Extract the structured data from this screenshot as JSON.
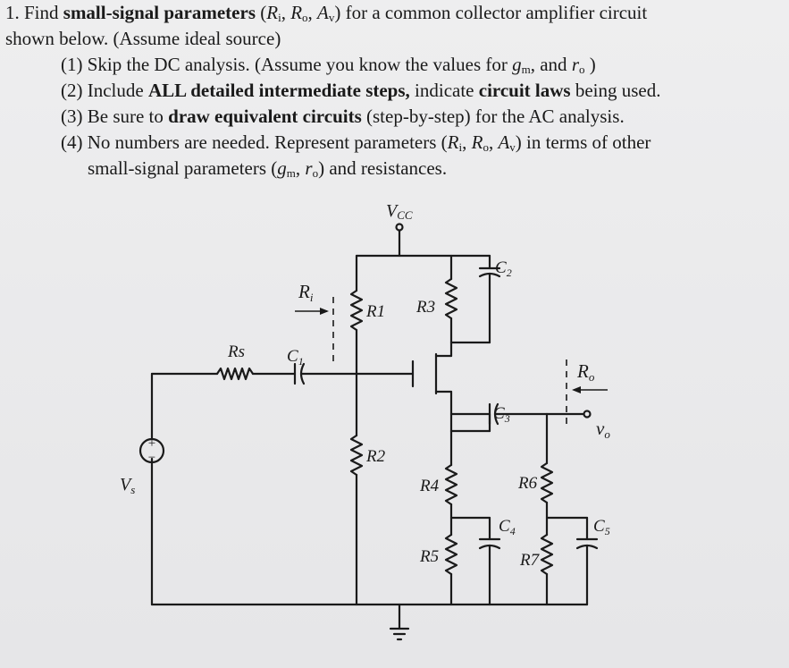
{
  "problem": {
    "number": "1.",
    "title_pre": "Find",
    "title_bold": "small-signal parameters",
    "params_open": "(",
    "Ri_R": "R",
    "Ri_sub": "i",
    "Ro_R": "R",
    "Ro_sub": "o",
    "Av_A": "A",
    "Av_sub": "v",
    "params_close": ")",
    "title_post": "for a common collector amplifier circuit",
    "line2": "shown below. (Assume ideal source)",
    "step1_pre": "(1) Skip the DC analysis. (Assume you know the values for",
    "gm": "g",
    "gm_sub": "m",
    "step1_and": ", and",
    "ro": "r",
    "ro_sub": "o",
    "step1_close": ")",
    "step2_pre": "(2) Include",
    "step2_bold": "ALL detailed intermediate steps,",
    "step2_mid": "indicate",
    "step2_bold2": "circuit laws",
    "step2_post": "being used.",
    "step3_pre": "(3) Be sure to",
    "step3_bold": "draw equivalent circuits",
    "step3_post": "(step-by-step) for the AC analysis.",
    "step4_pre": "(4) No numbers are needed. Represent parameters (",
    "step4_post": ") in terms of other",
    "step4b_pre": "small-signal parameters (",
    "step4b_post": ") and resistances."
  },
  "circuit": {
    "vcc": "V",
    "vcc_sub": "CC",
    "ri_label": "R",
    "ri_sub": "i",
    "ro_label": "R",
    "ro_sub": "o",
    "vo_label": "v",
    "vo_sub": "o",
    "vs_label": "V",
    "vs_sub": "s",
    "rs": "Rs",
    "c1": "C",
    "c1_sub": "1",
    "r1": "R1",
    "r2": "R2",
    "r3": "R3",
    "r4": "R4",
    "r5": "R5",
    "r6": "R6",
    "r7": "R7",
    "c2": "C",
    "c2_sub": "2",
    "c3": "C",
    "c3_sub": "3",
    "c4": "C",
    "c4_sub": "4",
    "c5": "C",
    "c5_sub": "5",
    "plus": "+",
    "minus": "−"
  }
}
